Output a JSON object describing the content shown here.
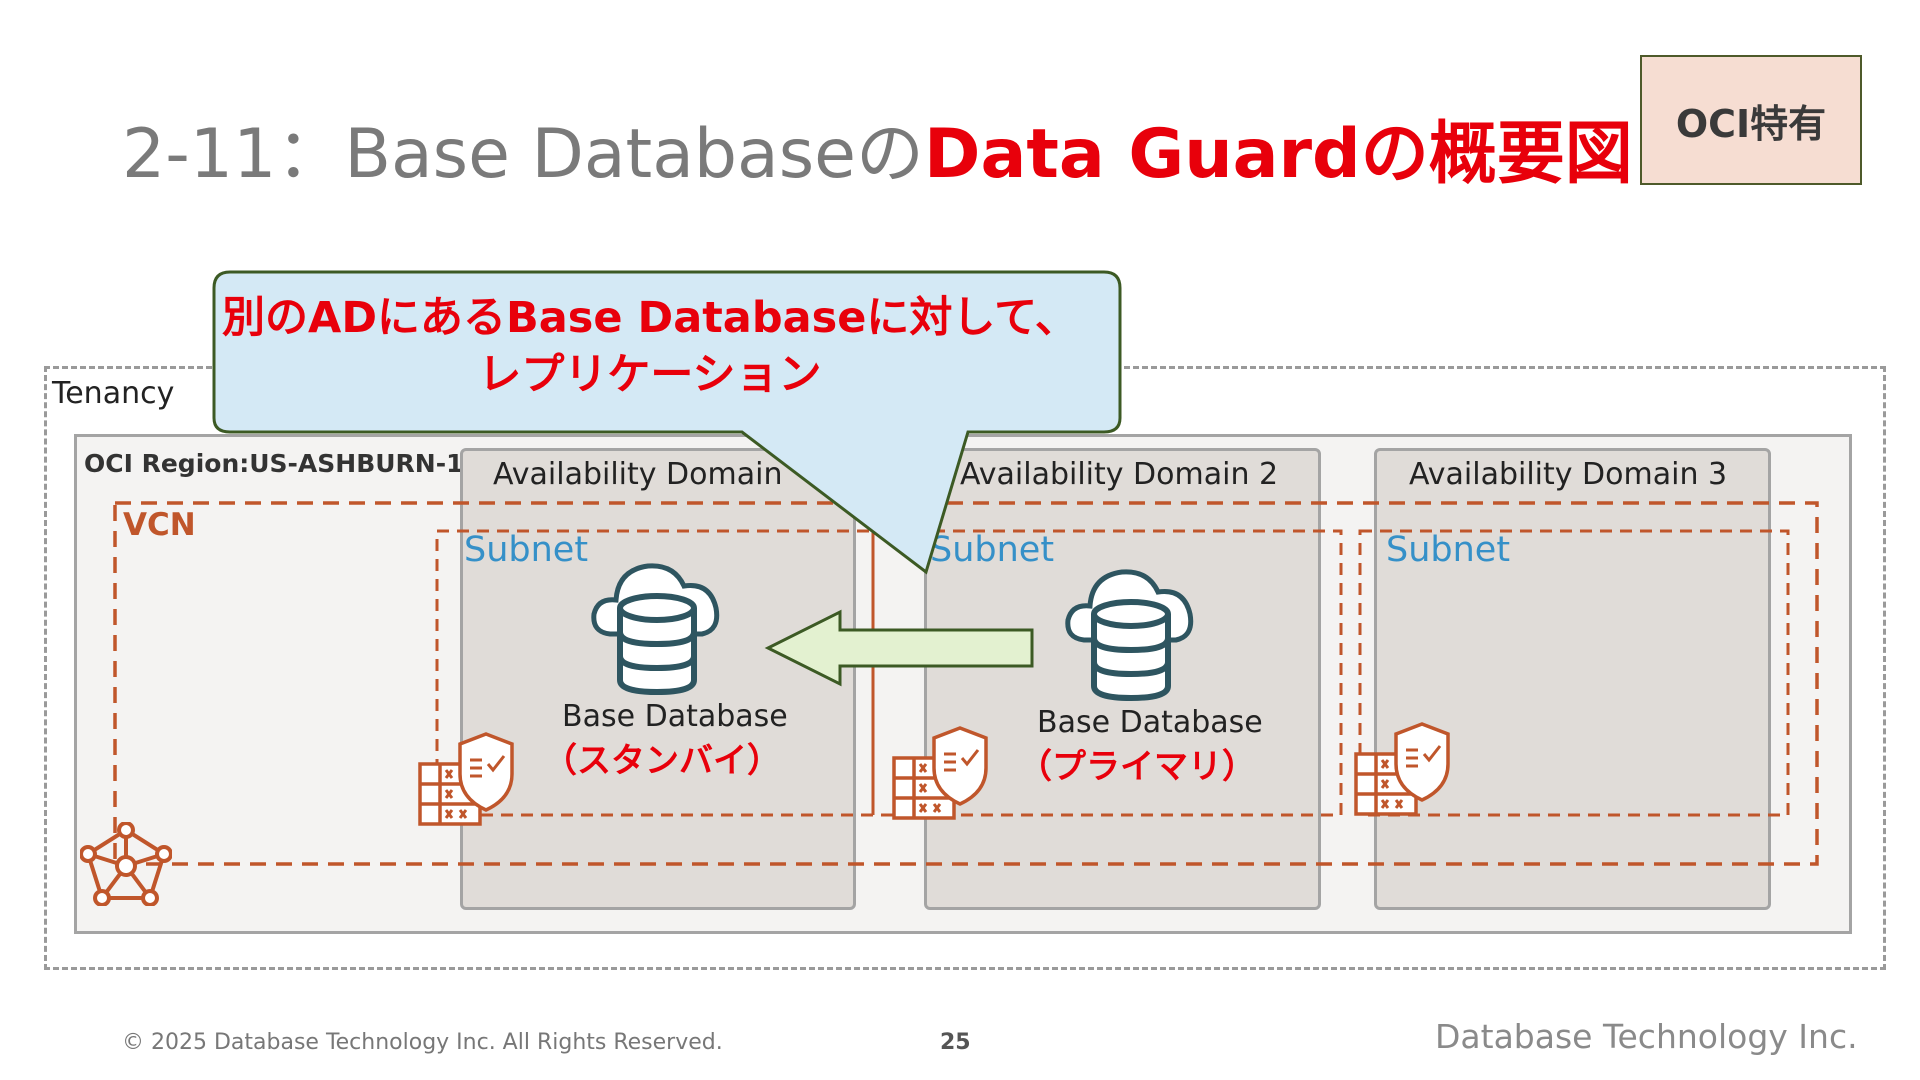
{
  "slide": {
    "title_prefix": "2-11：Base Databaseの",
    "title_highlight": "Data Guardの概要図",
    "title_suffix": " 2",
    "badge": "OCI特有"
  },
  "diagram": {
    "tenancy_label": "Tenancy",
    "region_label": "OCI Region:US-ASHBURN-1",
    "vcn_label": "VCN",
    "availability_domains": [
      {
        "label": "Availability Domain"
      },
      {
        "label": "Availability Domain 2"
      },
      {
        "label": "Availability Domain 3"
      }
    ],
    "subnets": [
      {
        "label": "Subnet"
      },
      {
        "label": "Subnet"
      },
      {
        "label": "Subnet"
      }
    ],
    "databases": [
      {
        "name": "Base Database",
        "role": "（スタンバイ）"
      },
      {
        "name": "Base Database",
        "role": "（プライマリ）"
      }
    ],
    "callout": "別のADにあるBase Databaseに対して、\nレプリケーション",
    "colors": {
      "accent_red": "#e8000b",
      "vcn_orange": "#c0562b",
      "subnet_blue": "#3590c8",
      "db_teal": "#2e5560",
      "callout_fill": "#d4e9f5",
      "arrow_fill": "#e3f1d0"
    }
  },
  "footer": {
    "copyright": "© 2025 Database Technology Inc. All Rights Reserved.",
    "page_number": "25",
    "company": "Database Technology Inc."
  }
}
